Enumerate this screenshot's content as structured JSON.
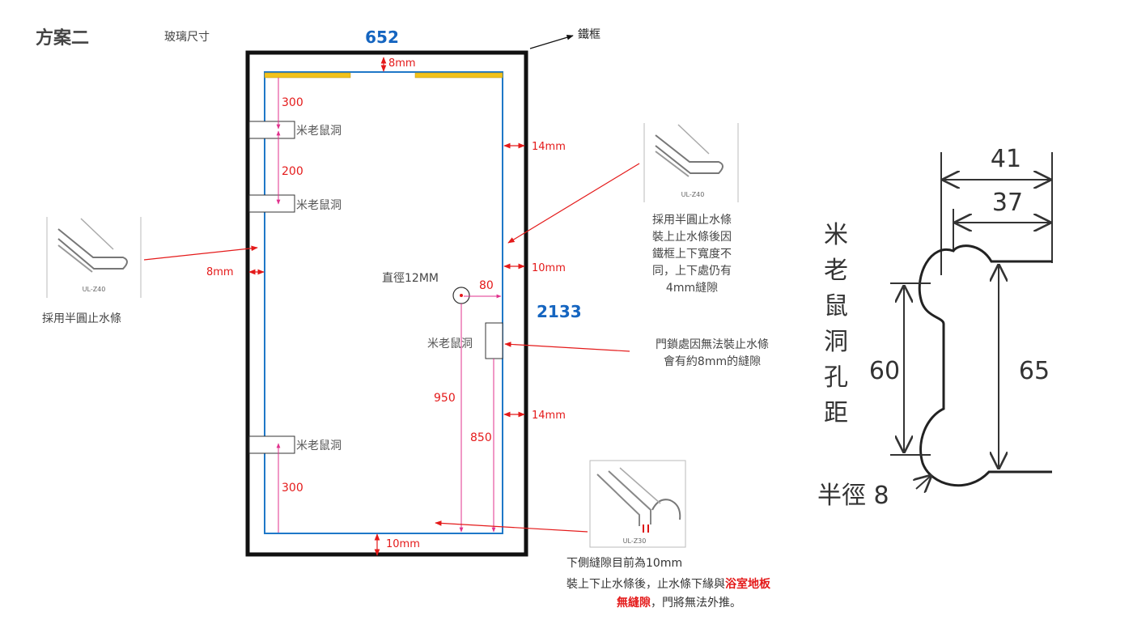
{
  "header": {
    "plan_title": "方案二",
    "glass_size_label": "玻璃尺寸",
    "width_value": "652",
    "height_value": "2133",
    "frame_label": "鐵框"
  },
  "colors": {
    "frame": "#111111",
    "glass": "#1f78c8",
    "dimension": "#e41a1a",
    "hole_dimension": "#e0318c",
    "strip": "#f2c21b",
    "blue_label": "#1565c0",
    "text": "#444444"
  },
  "dimensions": {
    "top_gap": "8mm",
    "right_gap_top": "14mm",
    "right_gap_mid": "10mm",
    "right_gap_bottom": "14mm",
    "left_gap": "8mm",
    "bottom_gap": "10mm",
    "hole1_from_top": "300",
    "hole_spacing": "200",
    "hole_from_bottom": "300",
    "lock_height_950": "950",
    "lock_height_850": "850",
    "circle_offset": "80",
    "circle_diameter": "直徑12MM"
  },
  "mouse_holes": {
    "label": "米老鼠洞"
  },
  "left_product": {
    "caption": "UL-Z40",
    "note": "採用半圓止水條"
  },
  "right_product": {
    "caption": "UL-Z40",
    "note_lines": [
      "採用半圓止水條",
      "裝上止水條後因",
      "鐵框上下寬度不",
      "同，上下處仍有",
      "4mm縫隙"
    ]
  },
  "lock_note": {
    "lines": [
      "門鎖處因無法裝止水條",
      "會有約8mm的縫隙"
    ]
  },
  "bottom_product": {
    "caption": "UL-Z30"
  },
  "bottom_note": {
    "line1": "下側縫隙目前為10mm",
    "line2_prefix": "裝上下止水條後，止水條下緣與",
    "line2_highlight": "浴室地板",
    "line3_highlight": "無縫隙",
    "line3_suffix": "，門將無法外推。"
  },
  "profile_drawing": {
    "vertical_label": [
      "米",
      "老",
      "鼠",
      "洞",
      "孔",
      "距"
    ],
    "dim_41": "41",
    "dim_37": "37",
    "dim_60": "60",
    "dim_65": "65",
    "radius_label": "半徑 8"
  }
}
